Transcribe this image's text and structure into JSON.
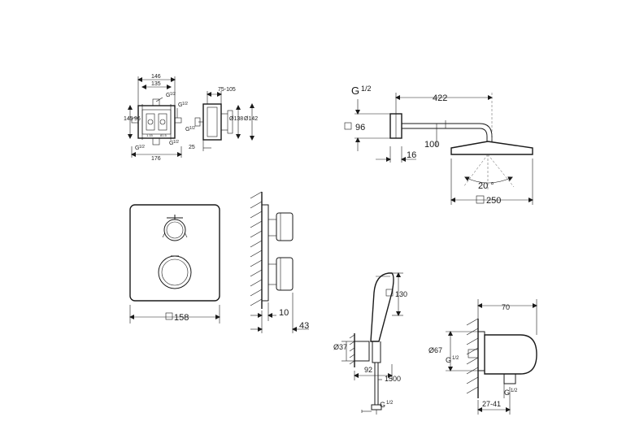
{
  "box_view": {
    "dims": {
      "w146": "146",
      "w135": "135",
      "g_top": "G",
      "g_top_frac": "1/2",
      "g_right": "G",
      "g_right_frac": "1/2",
      "h145": "145",
      "h96": "96",
      "g_bl": "G",
      "g_bl_frac": "1/2",
      "g_bm": "G",
      "g_bm_frac": "1/2",
      "w176": "176",
      "small1": "1.15",
      "small2": "81.5"
    }
  },
  "box_side": {
    "dims": {
      "d75": "75-105",
      "d138": "Ø138",
      "d142": "Ø142",
      "d25": "25",
      "g_side": "G",
      "g_side_frac": "1/2"
    }
  },
  "shower_arm": {
    "dims": {
      "g": "G",
      "g_frac": "1/2",
      "d422": "422",
      "d96": "96",
      "d100": "100",
      "d16": "16",
      "angle": "20 °",
      "d250": "250"
    }
  },
  "thermostat_front": {
    "dims": {
      "w158": "158"
    }
  },
  "thermostat_side": {
    "dims": {
      "d10": "10",
      "d43": "43"
    }
  },
  "hand_shower": {
    "dims": {
      "d130": "130",
      "d37": "Ø37",
      "d92": "92",
      "d1500": "1500",
      "g": "G",
      "g_frac": "1/2"
    }
  },
  "wall_outlet": {
    "dims": {
      "d70": "70",
      "d67": "Ø67",
      "g_left": "G",
      "g_left_frac": "1/2",
      "g_bottom": "G",
      "g_bottom_frac": "1/2",
      "d27": "27-41"
    }
  }
}
